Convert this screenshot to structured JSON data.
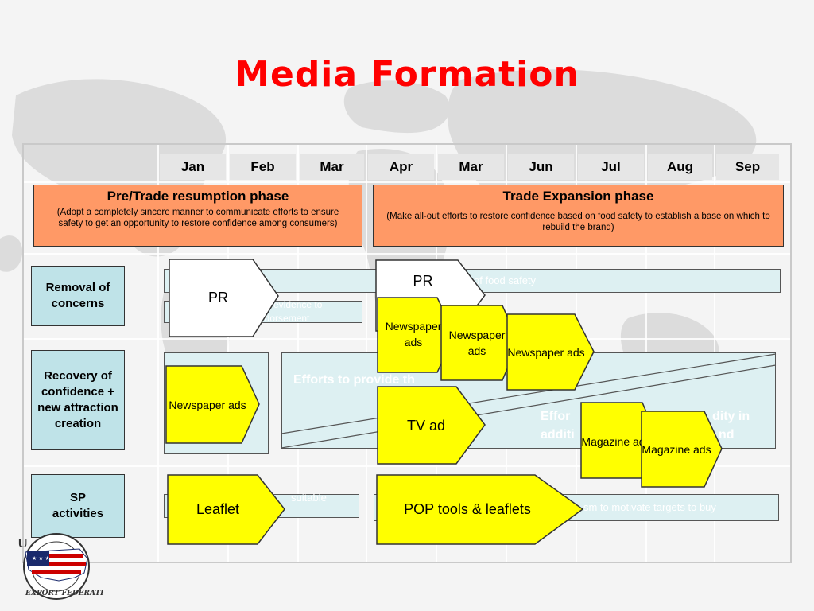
{
  "title": "Media Formation",
  "months": [
    "Jan",
    "Feb",
    "Mar",
    "Apr",
    "Mar",
    "Jun",
    "Jul",
    "Aug",
    "Sep"
  ],
  "phases": {
    "pre": {
      "title": "Pre/Trade resumption phase",
      "desc": "(Adopt a completely sincere manner to communicate efforts to ensure safety to get an opportunity to restore confidence among consumers)"
    },
    "expansion": {
      "title": "Trade Expansion phase",
      "desc": "(Make all-out efforts to restore confidence based on food safety to establish a base on which to rebuild the brand)"
    }
  },
  "rows": {
    "removal": "Removal of concerns",
    "recovery": "Recovery of confidence + new attraction creation",
    "sp": "SP activities"
  },
  "bar_texts": {
    "food_safety": "of food safety",
    "evidence_1": "evidence to",
    "evidence_2": "ndorsement",
    "efforts_provide": "Efforts to provide th",
    "efforts_2a": "Effor",
    "efforts_2b": "dity in",
    "efforts_2c": "additi",
    "efforts_2d": "nd",
    "suitable": "suitable",
    "motivate": "sm to motivate targets to buy"
  },
  "shapes": {
    "pr1": "PR",
    "pr2": "PR",
    "news1": "Newspaper ads",
    "news2": "Newspaper ads",
    "news3": "Newspaper ads",
    "news4": "Newspaper ads",
    "tv": "TV ad",
    "mag1": "Magazine ads",
    "mag2": "Magazine ads",
    "leaflet": "Leaflet",
    "pop": "POP tools & leaflets"
  },
  "logo": {
    "text": "EXPORT FEDERATION",
    "letter": "U"
  },
  "colors": {
    "title": "#ff0000",
    "phase": "#ff9966",
    "row_label": "#bfe3e8",
    "bar": "#ddf0f2",
    "media_shape": "#ffff00",
    "pr_shape": "#ffffff"
  }
}
